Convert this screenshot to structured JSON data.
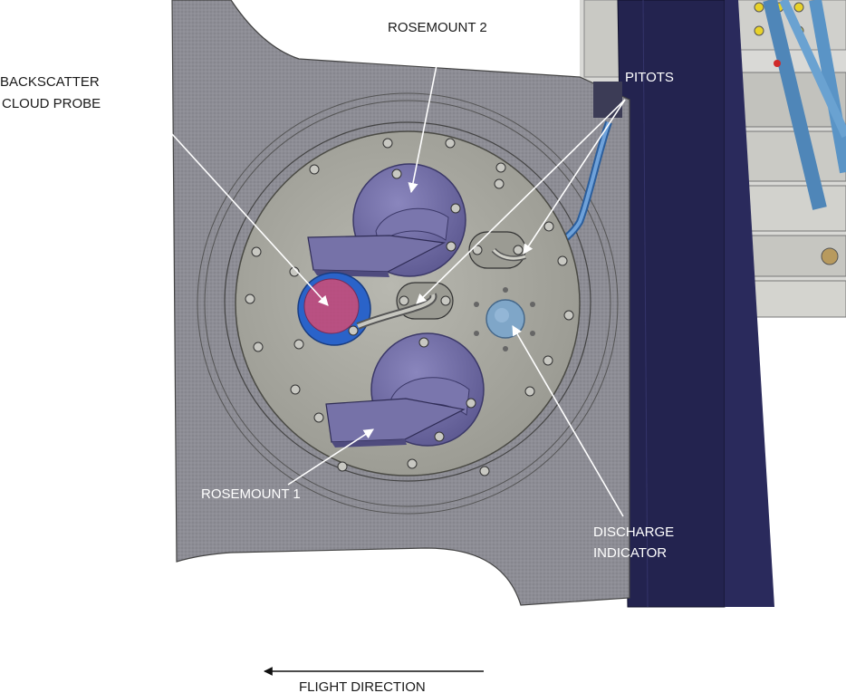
{
  "labels": {
    "rosemount_2": "ROSEMOUNT 2",
    "pitots": "PITOTS",
    "backscatter_line1": "BACKSCATTER",
    "backscatter_line2": "CLOUD PROBE",
    "rosemount_1": "ROSEMOUNT 1",
    "discharge_line1": "DISCHARGE",
    "discharge_line2": "INDICATOR",
    "flight_direction": "FLIGHT DIRECTION"
  },
  "colors": {
    "plate": "#8c8c94",
    "disc": "#a7a79f",
    "mount": "#6e6aa3",
    "navy_beam": "#23234f",
    "backscatter": "#c0457e",
    "backscatter_ring": "#2a63c9",
    "discharge": "#7fa6c8",
    "cable": "#4e7fc2"
  }
}
